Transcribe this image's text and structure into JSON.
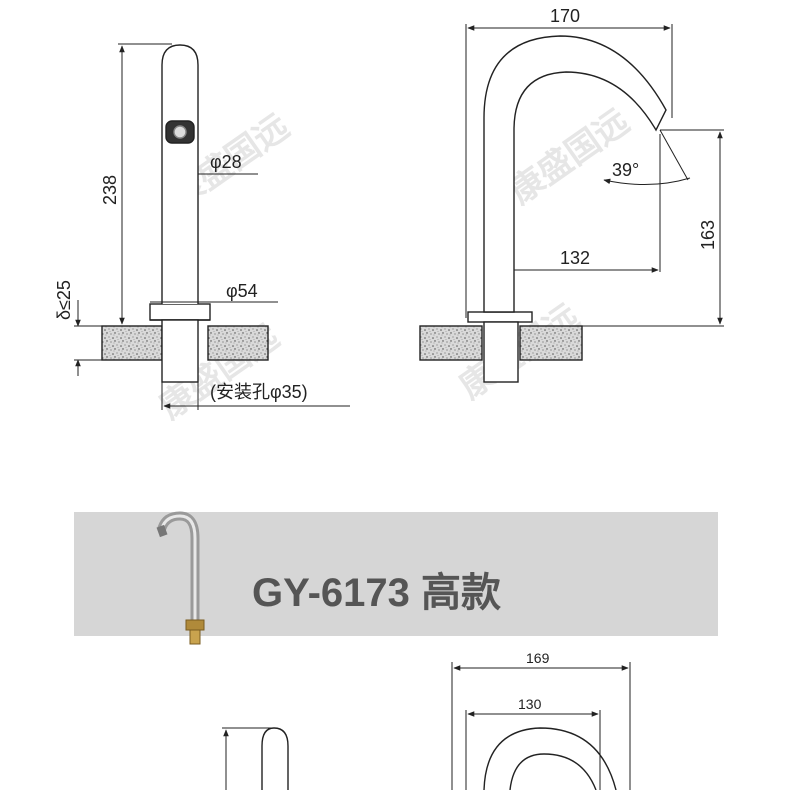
{
  "drawing_top": {
    "front_view": {
      "height_label": "238",
      "diameter_top_label": "φ28",
      "diameter_base_label": "φ54",
      "thickness_label": "δ≤25",
      "hole_label": "(安装孔φ35)"
    },
    "side_view": {
      "width_label": "170",
      "angle_label": "39°",
      "reach_label": "132",
      "height_label": "163"
    }
  },
  "banner": {
    "title": "GY-6173 高款",
    "colors": {
      "background": "#d6d6d6",
      "text": "#555555"
    }
  },
  "drawing_bottom": {
    "width_outer_label": "169",
    "width_inner_label": "130"
  },
  "watermark": {
    "text": "康盛国远",
    "color": "#e3e3e3"
  }
}
